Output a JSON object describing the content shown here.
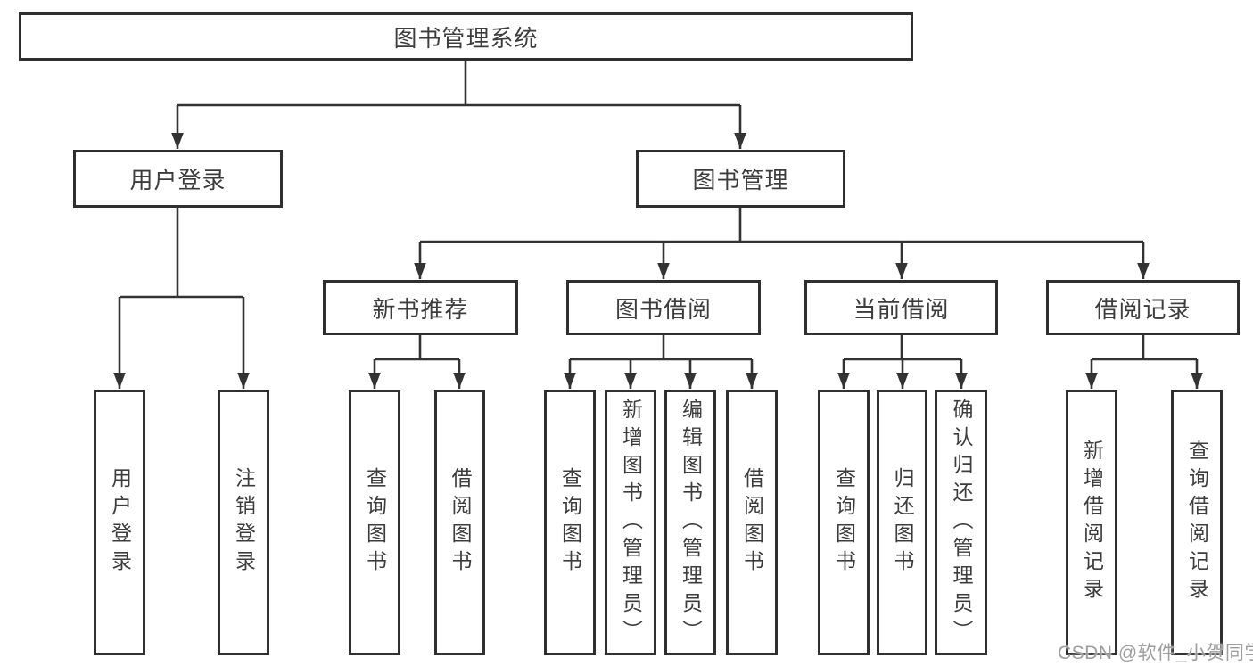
{
  "diagram": {
    "title_node": {
      "label": "图书管理系统"
    },
    "level2": [
      {
        "label": "用户登录"
      },
      {
        "label": "图书管理"
      }
    ],
    "level3": [
      {
        "label": "新书推荐"
      },
      {
        "label": "图书借阅"
      },
      {
        "label": "当前借阅"
      },
      {
        "label": "借阅记录"
      }
    ],
    "leaves": [
      {
        "label": "用户登录"
      },
      {
        "label": "注销登录"
      },
      {
        "label": "查询图书"
      },
      {
        "label": "借阅图书"
      },
      {
        "label": "查询图书"
      },
      {
        "label": "新增图书（管理员）"
      },
      {
        "label": "编辑图书（管理员）"
      },
      {
        "label": "借阅图书"
      },
      {
        "label": "查询图书"
      },
      {
        "label": "归还图书"
      },
      {
        "label": "确认归还（管理员）"
      },
      {
        "label": "新增借阅记录"
      },
      {
        "label": "查询借阅记录"
      }
    ]
  },
  "watermark": {
    "text": "CSDN @软件_小贺同学"
  },
  "colors": {
    "line": "#333333",
    "box_border": "#2f2f2f",
    "text": "#3d3d3d",
    "watermark": "#9e9e9e",
    "background": "#ffffff"
  }
}
